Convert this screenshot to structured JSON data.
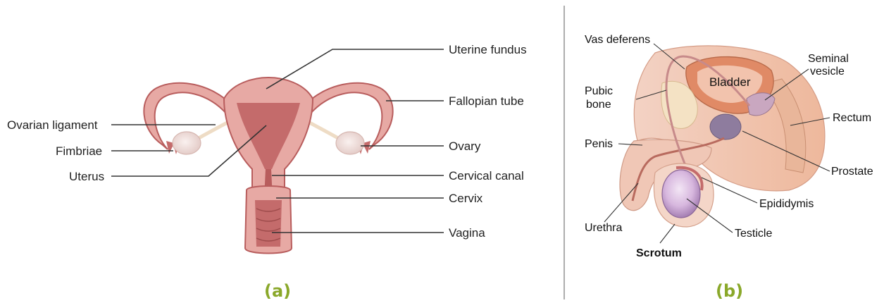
{
  "colors": {
    "panel_letter": "#8aa82a",
    "tissue_pink": "#e7a9a4",
    "tissue_dark": "#b85d5d",
    "ovary": "#f2e1de",
    "lead_line": "#333333"
  },
  "panel_a": {
    "letter": "(a)",
    "labels": {
      "uterine_fundus": "Uterine fundus",
      "fallopian_tube": "Fallopian tube",
      "ovarian_ligament": "Ovarian ligament",
      "ovary": "Ovary",
      "fimbriae": "Fimbriae",
      "uterus": "Uterus",
      "cervical_canal": "Cervical canal",
      "cervix": "Cervix",
      "vagina": "Vagina"
    }
  },
  "panel_b": {
    "letter": "(b)",
    "labels": {
      "vas_deferens": "Vas deferens",
      "seminal_vesicle_1": "Seminal",
      "seminal_vesicle_2": "vesicle",
      "bladder": "Bladder",
      "pubic_bone_1": "Pubic",
      "pubic_bone_2": "bone",
      "rectum": "Rectum",
      "penis": "Penis",
      "prostate": "Prostate",
      "epididymis": "Epididymis",
      "urethra": "Urethra",
      "testicle": "Testicle",
      "scrotum": "Scrotum"
    }
  }
}
